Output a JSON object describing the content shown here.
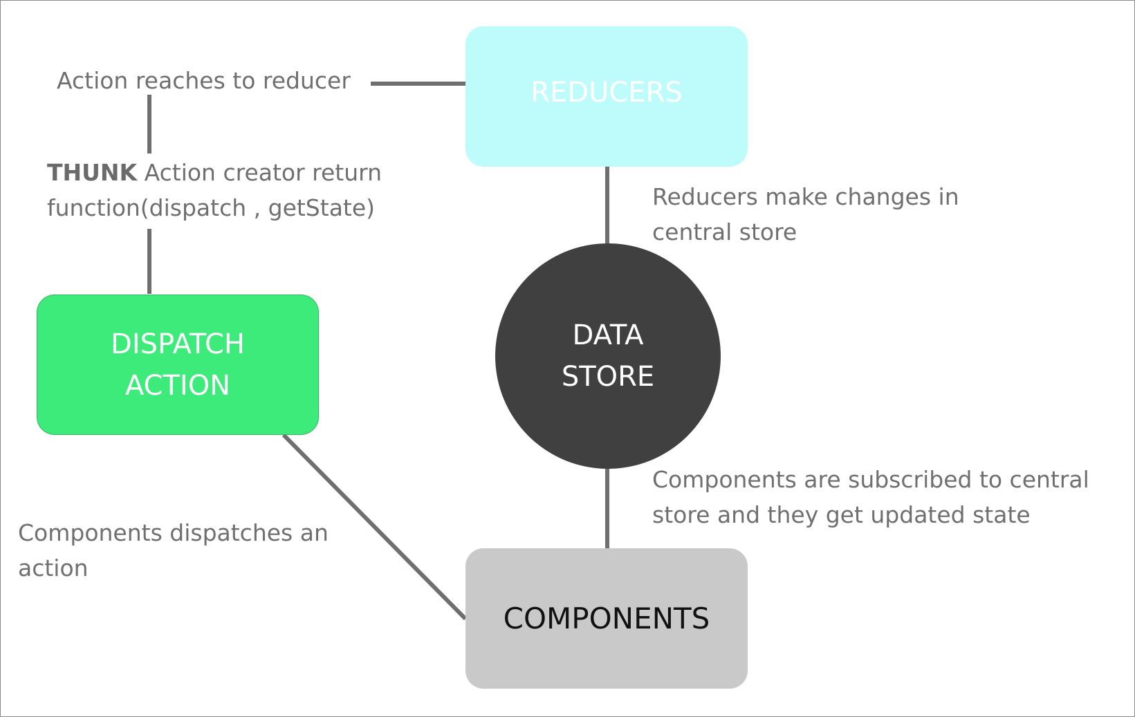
{
  "nodes": {
    "reducers": "REDUCERS",
    "dispatch_line1": "DISPATCH",
    "dispatch_line2": "ACTION",
    "store_line1": "DATA",
    "store_line2": "STORE",
    "components": "COMPONENTS"
  },
  "notes": {
    "action_reaches": "Action reaches to reducer",
    "thunk_bold": "THUNK",
    "thunk_line1_rest": " Action creator return",
    "thunk_line2": "function(dispatch , getState)",
    "reducers_line1": "Reducers make changes in",
    "reducers_line2": "central store",
    "subscribed_line1": "Components are subscribed to central",
    "subscribed_line2": "store and they get updated state",
    "dispatches_line1": "Components dispatches an",
    "dispatches_line2": "action"
  },
  "colors": {
    "reducers_fill": "#bdfcfb",
    "dispatch_fill": "#3deb7a",
    "components_fill": "#c9c9c9",
    "store_fill": "#404040",
    "connector": "#6f6f6f",
    "note_text": "#6f6f6f"
  }
}
